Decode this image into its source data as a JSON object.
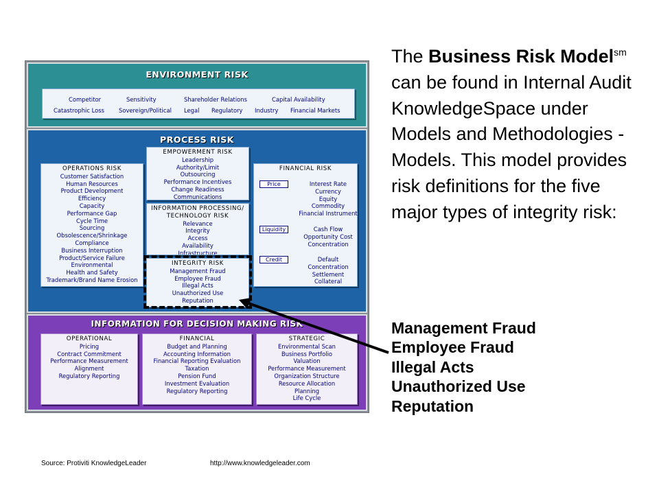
{
  "diagram": {
    "environment": {
      "title": "ENVIRONMENT RISK",
      "row1": [
        "Competitor",
        "Sensitivity",
        "Shareholder Relations",
        "Capital Availability"
      ],
      "row2": [
        "Catastrophic Loss",
        "Sovereign/Political",
        "Legal",
        "Regulatory",
        "Industry",
        "Financial Markets"
      ]
    },
    "process": {
      "title": "PROCESS RISK",
      "operations": {
        "title": "OPERATIONS RISK",
        "items": [
          "Customer Satisfaction",
          "Human Resources",
          "Product Development",
          "Efficiency",
          "Capacity",
          "Performance Gap",
          "Cycle Time",
          "Sourcing",
          "Obsolescence/Shrinkage",
          "Compliance",
          "Business Interruption",
          "Product/Service Failure",
          "Environmental",
          "Health and Safety",
          "Trademark/Brand Name Erosion"
        ]
      },
      "empowerment": {
        "title": "EMPOWERMENT RISK",
        "items": [
          "Leadership",
          "Authority/Limit",
          "Outsourcing",
          "Performance Incentives",
          "Change Readiness",
          "Communications"
        ]
      },
      "info_processing": {
        "title1": "INFORMATION PROCESSING/",
        "title2": "TECHNOLOGY RISK",
        "items": [
          "Relevance",
          "Integrity",
          "Access",
          "Availability",
          "Infrastructure"
        ]
      },
      "integrity": {
        "title": "INTEGRITY RISK",
        "items": [
          "Management Fraud",
          "Employee Fraud",
          "Illegal Acts",
          "Unauthorized Use",
          "Reputation"
        ]
      },
      "financial": {
        "title": "FINANCIAL RISK",
        "groups": [
          {
            "label": "Price",
            "items": [
              "Interest Rate",
              "Currency",
              "Equity",
              "Commodity",
              "Financial Instrument"
            ]
          },
          {
            "label": "Liquidity",
            "items": [
              "Cash Flow",
              "Opportunity Cost",
              "Concentration"
            ]
          },
          {
            "label": "Credit",
            "items": [
              "Default",
              "Concentration",
              "Settlement",
              "Collateral"
            ]
          }
        ]
      }
    },
    "decision": {
      "title": "INFORMATION FOR DECISION MAKING RISK",
      "operational": {
        "title": "OPERATIONAL",
        "items": [
          "Pricing",
          "Contract Commitment",
          "Performance Measurement",
          "Alignment",
          "Regulatory Reporting"
        ]
      },
      "financial": {
        "title": "FINANCIAL",
        "items": [
          "Budget and Planning",
          "Accounting Information",
          "Financial Reporting Evaluation",
          "Taxation",
          "Pension Fund",
          "Investment Evaluation",
          "Regulatory Reporting"
        ]
      },
      "strategic": {
        "title": "STRATEGIC",
        "items": [
          "Environmental Scan",
          "Business Portfolio",
          "Valuation",
          "Performance Measurement",
          "Organization Structure",
          "Resource Allocation",
          "Planning",
          "Life Cycle"
        ]
      }
    }
  },
  "description": {
    "prefix": "The ",
    "bold": "Business Risk Model",
    "sup": "sm",
    "rest": " can be found in Internal Audit KnowledgeSpace under Models and Methodologies - Models. This model provides risk definitions for the five major types of integrity risk:"
  },
  "risk_list": [
    "Management Fraud",
    "Employee Fraud",
    "Illegal Acts",
    "Unauthorized Use",
    "Reputation"
  ],
  "footer": {
    "source": "Source: Protiviti KnowledgeLeader",
    "url": "http://www.knowledgeleader.com"
  },
  "colors": {
    "environment_band": "#2b8f94",
    "process_band": "#1e63a6",
    "decision_band": "#7c3fb8",
    "box_text": "#00007a"
  }
}
